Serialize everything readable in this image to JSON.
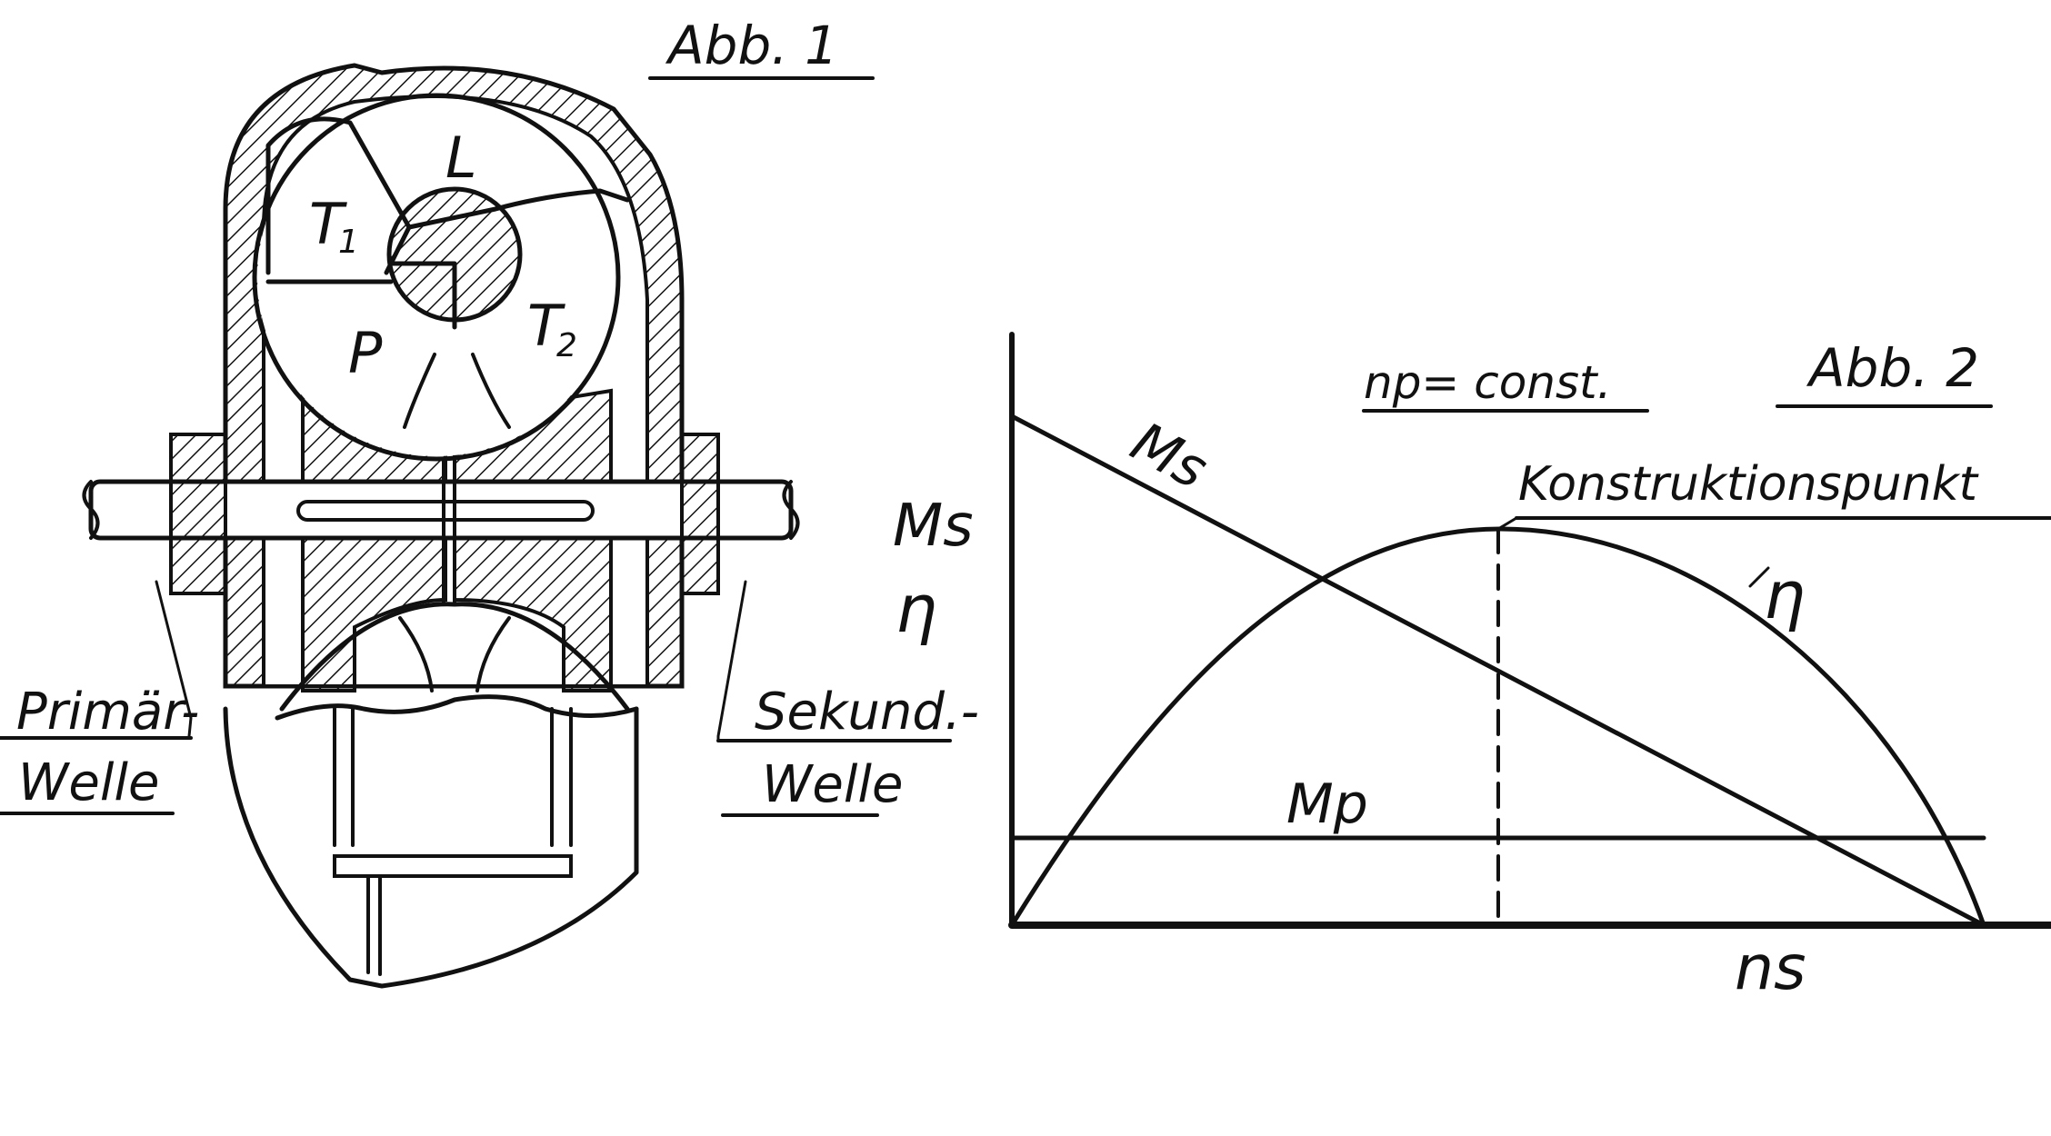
{
  "figure1": {
    "caption": "Abb. 1",
    "labels": {
      "l": "L",
      "t1": "T",
      "t1_sub": "1",
      "t2": "T",
      "t2_sub": "2",
      "p": "P"
    },
    "primary_shaft": {
      "line1": "Primär-",
      "line2": "Welle"
    },
    "secondary_shaft": {
      "line1": "Sekund.-",
      "line2": "Welle"
    }
  },
  "figure2": {
    "caption": "Abb. 2",
    "condition": "np= const.",
    "y_label_top": "Ms",
    "y_label_bottom": "η",
    "x_label": "ns",
    "curve_labels": {
      "ms": "Ms",
      "eta": "η",
      "mp": "Mp"
    },
    "design_point_label": "Konstruktionspunkt"
  },
  "colors": {
    "ink": "#111111",
    "paper": "#ffffff"
  }
}
